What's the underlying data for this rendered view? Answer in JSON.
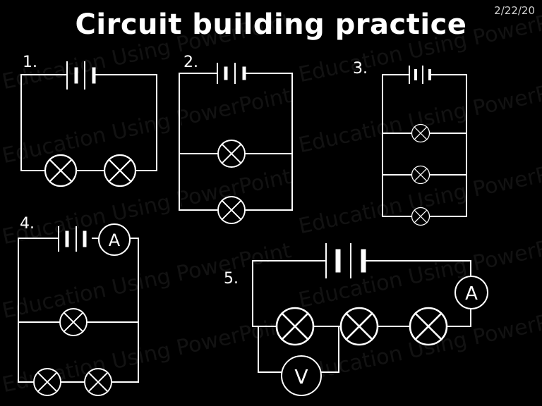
{
  "slide": {
    "title": "Circuit building practice",
    "date": "2/22/20",
    "watermark": "Education Using PowerPoint",
    "colors": {
      "background": "#000000",
      "wire": "#ffffff"
    }
  },
  "circuits": [
    {
      "number": "1.",
      "description": "battery with two lamps in series"
    },
    {
      "number": "2.",
      "description": "battery with two lamps in parallel"
    },
    {
      "number": "3.",
      "description": "battery with three lamps in parallel"
    },
    {
      "number": "4.",
      "description": "battery and ammeter; one lamp in parallel with two lamps in series",
      "ammeter_label": "A"
    },
    {
      "number": "5.",
      "description": "battery, three lamps and ammeter in series; voltmeter across first lamp",
      "ammeter_label": "A",
      "voltmeter_label": "V"
    }
  ]
}
